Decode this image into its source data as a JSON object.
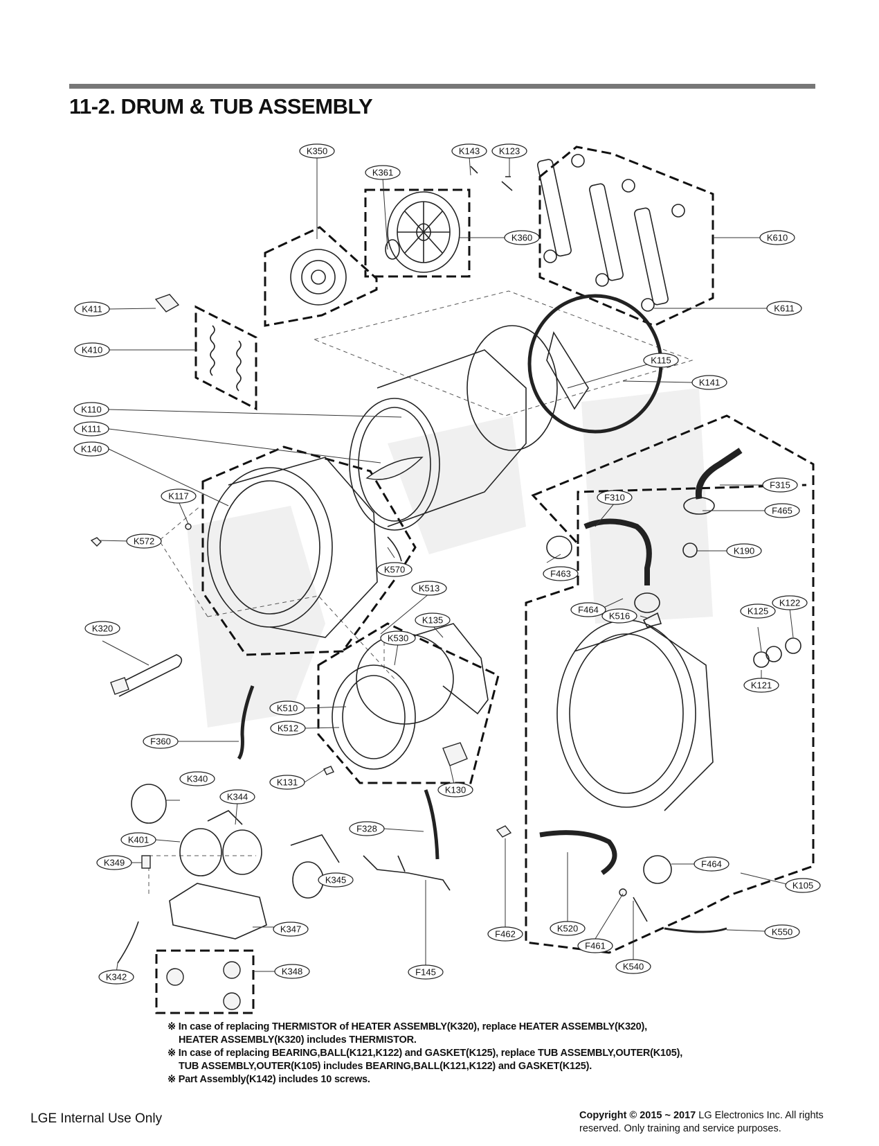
{
  "section_title": "11-2.  DRUM & TUB ASSEMBLY",
  "callouts": [
    {
      "id": "k350",
      "label": "K350"
    },
    {
      "id": "k143",
      "label": "K143"
    },
    {
      "id": "k123",
      "label": "K123"
    },
    {
      "id": "k361",
      "label": "K361"
    },
    {
      "id": "k360",
      "label": "K360"
    },
    {
      "id": "k610",
      "label": "K610"
    },
    {
      "id": "k611",
      "label": "K611"
    },
    {
      "id": "k411",
      "label": "K411"
    },
    {
      "id": "k410",
      "label": "K410"
    },
    {
      "id": "k115",
      "label": "K115"
    },
    {
      "id": "k141",
      "label": "K141"
    },
    {
      "id": "k110",
      "label": "K110"
    },
    {
      "id": "k111",
      "label": "K111"
    },
    {
      "id": "k140",
      "label": "K140"
    },
    {
      "id": "f315",
      "label": "F315"
    },
    {
      "id": "f310",
      "label": "F310"
    },
    {
      "id": "f465",
      "label": "F465"
    },
    {
      "id": "k117",
      "label": "K117"
    },
    {
      "id": "k572",
      "label": "K572"
    },
    {
      "id": "k190",
      "label": "K190"
    },
    {
      "id": "f463",
      "label": "F463"
    },
    {
      "id": "k570",
      "label": "K570"
    },
    {
      "id": "k513",
      "label": "K513"
    },
    {
      "id": "f464a",
      "label": "F464"
    },
    {
      "id": "k516",
      "label": "K516"
    },
    {
      "id": "k125",
      "label": "K125"
    },
    {
      "id": "k122",
      "label": "K122"
    },
    {
      "id": "k320",
      "label": "K320"
    },
    {
      "id": "k135",
      "label": "K135"
    },
    {
      "id": "k530",
      "label": "K530"
    },
    {
      "id": "k121",
      "label": "K121"
    },
    {
      "id": "k510",
      "label": "K510"
    },
    {
      "id": "k512",
      "label": "K512"
    },
    {
      "id": "f360",
      "label": "F360"
    },
    {
      "id": "k340",
      "label": "K340"
    },
    {
      "id": "k131",
      "label": "K131"
    },
    {
      "id": "k130",
      "label": "K130"
    },
    {
      "id": "k344",
      "label": "K344"
    },
    {
      "id": "f328",
      "label": "F328"
    },
    {
      "id": "k401",
      "label": "K401"
    },
    {
      "id": "k349",
      "label": "K349"
    },
    {
      "id": "k345",
      "label": "K345"
    },
    {
      "id": "f464b",
      "label": "F464"
    },
    {
      "id": "k105",
      "label": "K105"
    },
    {
      "id": "k347",
      "label": "K347"
    },
    {
      "id": "f462",
      "label": "F462"
    },
    {
      "id": "k520",
      "label": "K520"
    },
    {
      "id": "k550",
      "label": "K550"
    },
    {
      "id": "f461",
      "label": "F461"
    },
    {
      "id": "k342",
      "label": "K342"
    },
    {
      "id": "k348",
      "label": "K348"
    },
    {
      "id": "f145",
      "label": "F145"
    },
    {
      "id": "k540",
      "label": "K540"
    }
  ],
  "notes": {
    "line1": "※  In case of replacing THERMISTOR of HEATER ASSEMBLY(K320), replace HEATER ASSEMBLY(K320),",
    "line1b": "HEATER ASSEMBLY(K320) includes THERMISTOR.",
    "line2": "※  In case of replacing BEARING,BALL(K121,K122) and GASKET(K125), replace TUB ASSEMBLY,OUTER(K105),",
    "line2b": "TUB ASSEMBLY,OUTER(K105) includes BEARING,BALL(K121,K122) and GASKET(K125).",
    "line3": "※  Part Assembly(K142) includes 10 screws."
  },
  "footer": {
    "left": "LGE Internal Use Only",
    "copyright_bold": "Copyright © 2015 ~ 2017",
    "copyright_rest": " LG Electronics Inc. All rights reserved. Only training and service purposes."
  }
}
